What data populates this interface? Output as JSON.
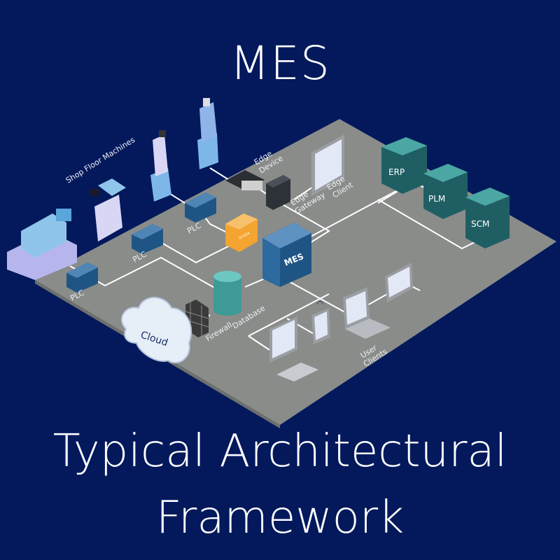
{
  "header": {
    "title": "MES"
  },
  "footer": {
    "line1": "Typical Architectural",
    "line2": "Framework"
  },
  "labels": {
    "shop_floor": "Shop Floor Machines",
    "plc": "PLC",
    "edge_device": [
      "Edge",
      "Device"
    ],
    "edge_gateway": [
      "Edge",
      "Gateway"
    ],
    "edge_client": [
      "Edge",
      "Client"
    ],
    "scada": "SCADA",
    "mes": "MES",
    "erp": "ERP",
    "plm": "PLM",
    "scm": "SCM",
    "database": "Database",
    "firewall": "Firewall",
    "cloud": "Cloud",
    "user_clients": [
      "User",
      "Clients"
    ]
  },
  "colors": {
    "background": "#03195c",
    "platform": "#8a8c8a",
    "server": "#1f5585",
    "scada": "#f3a431",
    "teal": "#1f5f63",
    "database": "#4aa7a3"
  }
}
